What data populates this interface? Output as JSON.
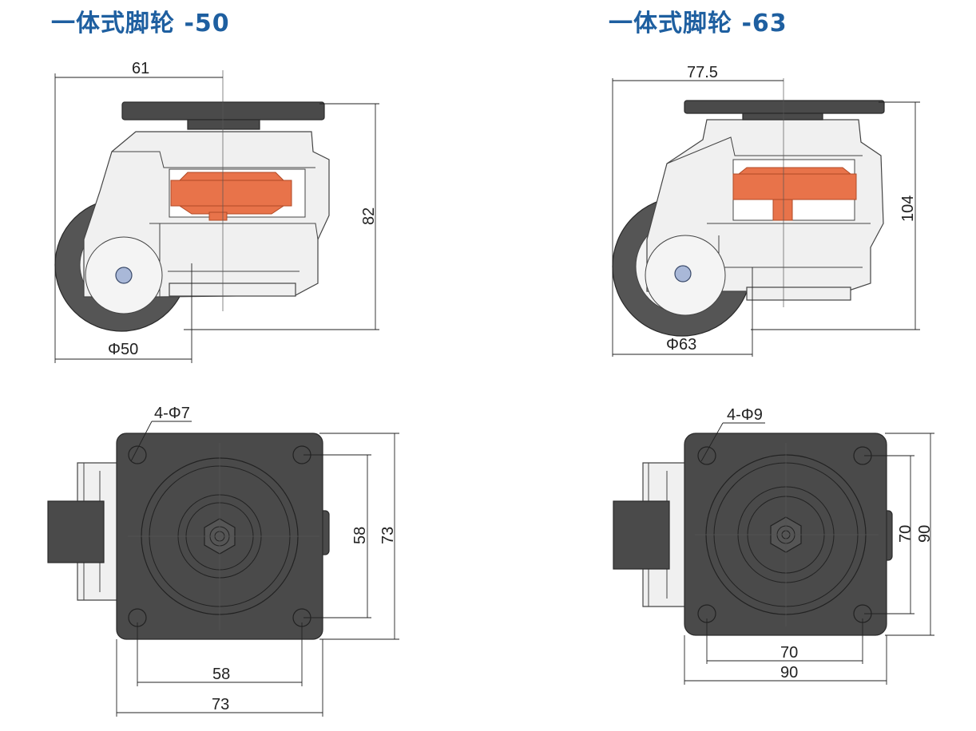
{
  "titles": {
    "left": "一体式脚轮 -50",
    "right": "一体式脚轮 -63"
  },
  "left_side": {
    "width": "61",
    "height": "82",
    "wheel": "Φ50"
  },
  "right_side": {
    "width": "77.5",
    "height": "104",
    "wheel": "Φ63"
  },
  "left_top": {
    "holes": "4-Φ7",
    "hole_pitch_v": "58",
    "plate_v": "73",
    "hole_pitch_h": "58",
    "plate_h": "73"
  },
  "right_top": {
    "holes": "4-Φ9",
    "hole_pitch_v": "70",
    "plate_v": "90",
    "hole_pitch_h": "70",
    "plate_h": "90"
  },
  "colors": {
    "title": "#1e5fa0",
    "orange": "#e8734a",
    "dark_plate": "#4a4a4a"
  }
}
